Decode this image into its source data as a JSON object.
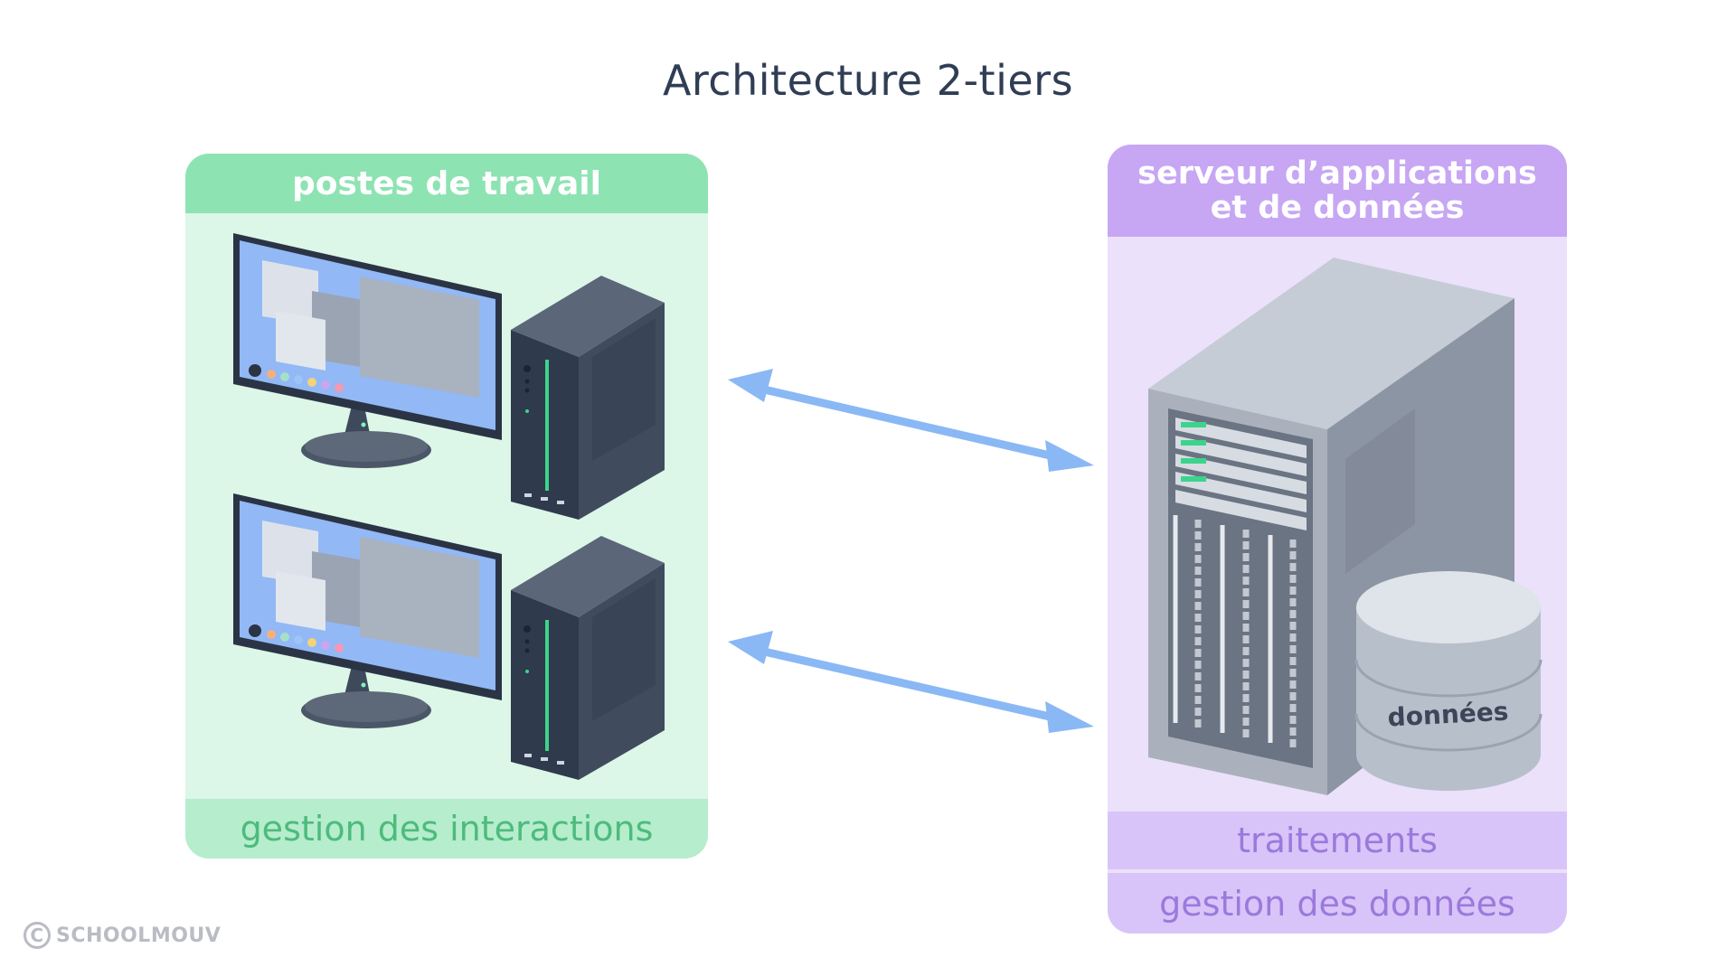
{
  "title": "Architecture 2-tiers",
  "client_panel": {
    "header": "postes de travail",
    "footer": "gestion des interactions",
    "icons": [
      "monitor-icon",
      "tower-pc-icon"
    ]
  },
  "server_panel": {
    "header_line1": "serveur d’applications",
    "header_line2": "et de données",
    "footer_top": "traitements",
    "footer_bottom": "gestion des données",
    "database_label": "données",
    "icons": [
      "server-rack-icon",
      "database-icon"
    ]
  },
  "connector_icon": "double-arrow-icon",
  "copyright": {
    "symbol": "C",
    "text": "SCHOOLMOUV"
  },
  "colors": {
    "title": "#2f3d55",
    "green_header": "#8ee3b3",
    "green_bg": "#dcf6e8",
    "green_text": "#4dbb7c",
    "purple_header": "#c7a6f3",
    "purple_bg": "#ebe1fb",
    "purple_text": "#9b79dc",
    "arrow": "#8ab8f5"
  }
}
